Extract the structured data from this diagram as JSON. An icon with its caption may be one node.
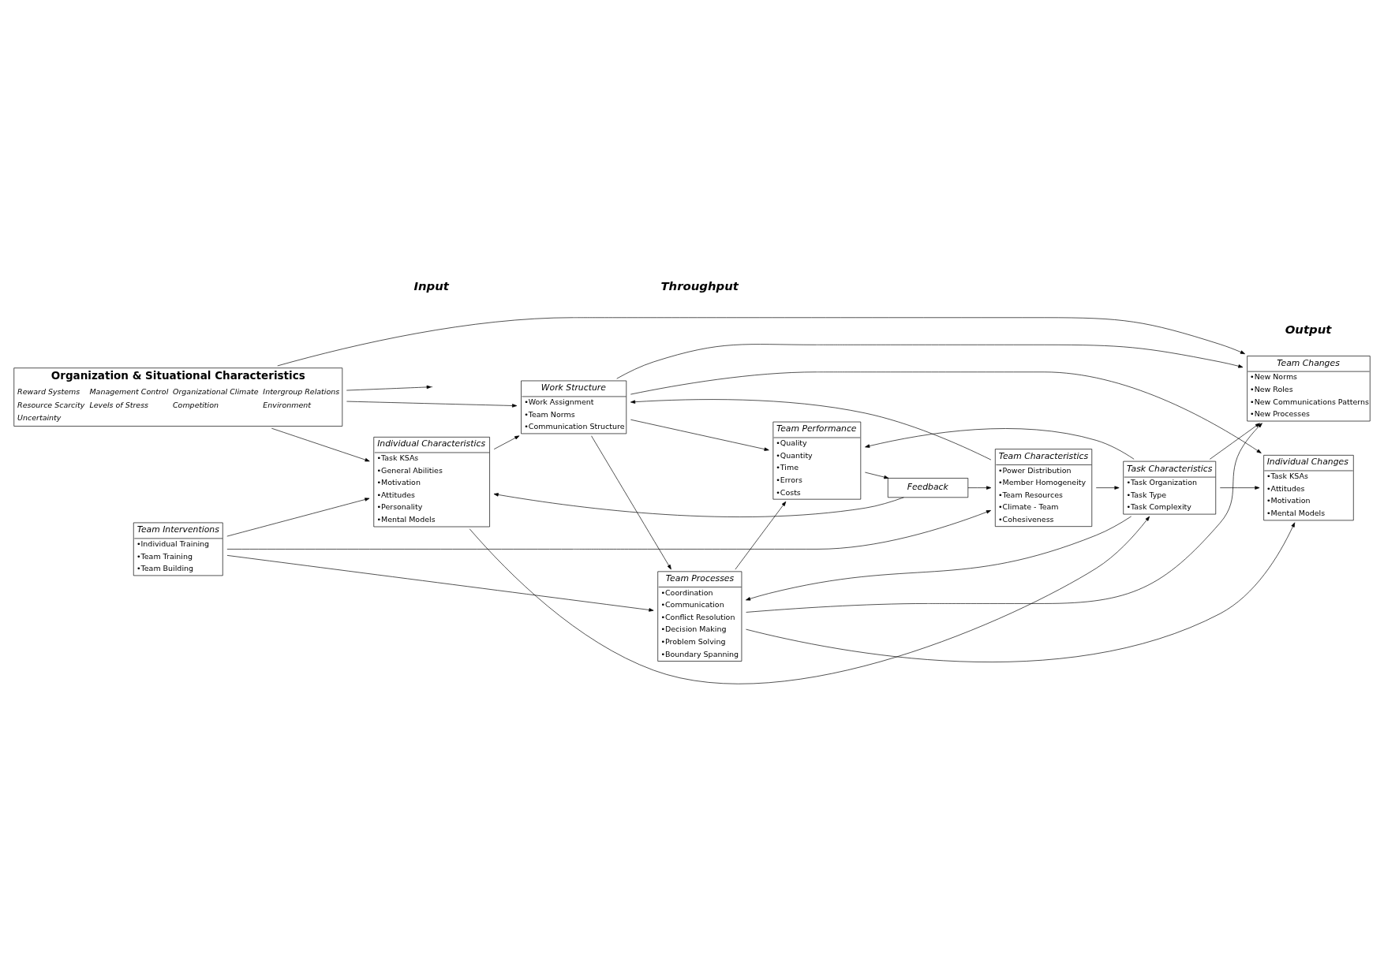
{
  "diagram": {
    "nodes": [
      {
        "text": [
          "Organization & Situational Characteristics",
          "Reward Systems",
          "Management Control",
          "Organizational Climate",
          "Intergroup Relations",
          "Resource Scarcity",
          "Levels of Stress",
          "Competition",
          "Environment",
          "Uncertainty"
        ]
      },
      {
        "text": [
          "Individual Characteristics",
          "•Task KSAs",
          "•General Abilities",
          "•Motivation",
          "•Attitudes",
          "•Personality",
          "•Mental Models"
        ]
      },
      {
        "text": [
          "Work Structure",
          "•Work Assignment",
          "•Team Norms",
          "•Communication Structure"
        ]
      },
      {
        "text": [
          "Team Characteristics",
          "•Power Distribution",
          "•Member Homogeneity",
          "•Team Resources",
          "•Climate - Team",
          "•Cohesiveness"
        ]
      },
      {
        "text": [
          "Task Characteristics",
          "•Task Organization",
          "•Task Type",
          "•Task Complexity"
        ]
      },
      {
        "text": [
          "Team Processes",
          "•Coordination",
          "•Communication",
          "•Conflict Resolution",
          "•Decision Making",
          "•Problem Solving",
          "•Boundary Spanning"
        ]
      },
      {
        "text": [
          "Team Interventions",
          "•Individual Training",
          "•Team Training",
          "•Team Building"
        ]
      },
      {
        "text": [
          "Team Changes",
          "•New Norms",
          "•New Roles",
          "•New Communications Patterns",
          "•New Processes"
        ]
      },
      {
        "text": [
          "Team Performance",
          "•Quality",
          "•Quantity",
          "•Time",
          "•Errors",
          "•Costs"
        ]
      },
      {
        "text": [
          "Individual Changes",
          "•Task KSAs",
          "•Attitudes",
          "•Motivation",
          "•Mental Models"
        ]
      },
      {
        "text": [
          "Feedback"
        ]
      }
    ],
    "edges": [
      {
        "from": 0,
        "to": 1,
        "arrow": "to"
      },
      {
        "from": 0,
        "to": 2,
        "arrow": "to"
      },
      {
        "from": 0,
        "to": null,
        "arrow": "to"
      },
      {
        "from": 0,
        "to": 7,
        "arrow": "to"
      },
      {
        "from": 1,
        "to": 2,
        "arrow": "to"
      },
      {
        "from": 1,
        "to": 4,
        "arrow": "to"
      },
      {
        "from": 3,
        "to": 2,
        "arrow": "to"
      },
      {
        "from": 3,
        "to": 4,
        "arrow": "to"
      },
      {
        "from": 2,
        "to": 5,
        "arrow": "to"
      },
      {
        "from": 4,
        "to": 5,
        "arrow": "to"
      },
      {
        "from": 2,
        "to": 7,
        "arrow": "to"
      },
      {
        "from": 2,
        "to": 8,
        "arrow": "to"
      },
      {
        "from": 2,
        "to": 9,
        "arrow": "to"
      },
      {
        "from": 4,
        "to": 7,
        "arrow": "to"
      },
      {
        "from": 4,
        "to": 8,
        "arrow": "to"
      },
      {
        "from": 4,
        "to": 9,
        "arrow": "to"
      },
      {
        "from": 5,
        "to": 7,
        "arrow": "to"
      },
      {
        "from": 5,
        "to": 8,
        "arrow": "to"
      },
      {
        "from": 5,
        "to": 9,
        "arrow": "to"
      },
      {
        "from": 6,
        "to": 5,
        "arrow": "to"
      },
      {
        "from": 6,
        "to": 1,
        "arrow": "to"
      },
      {
        "from": 6,
        "to": 3,
        "arrow": "to"
      },
      {
        "from": 8,
        "to": 10,
        "arrow": "to"
      },
      {
        "from": 10,
        "to": 1,
        "arrow": "to"
      },
      {
        "from": 10,
        "to": 3,
        "arrow": "to"
      }
    ],
    "labels": [
      "Input",
      "Throughput",
      "Output"
    ]
  }
}
